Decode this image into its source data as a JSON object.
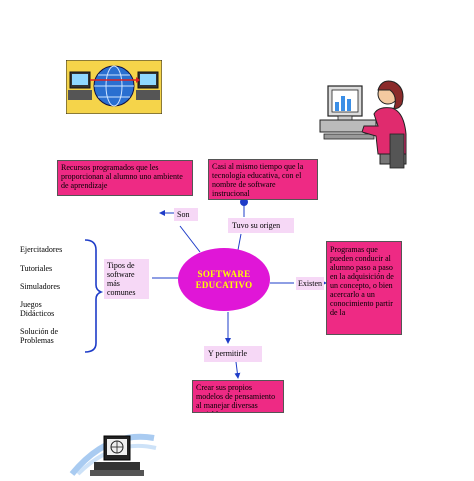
{
  "diagram": {
    "center": {
      "line1": "SOFTWARE",
      "line2": "EDUCATIVO"
    },
    "definition_box": "Recursos programados que les proporcionan al alumno uno ambiente de aprendizaje",
    "origin_box": "Casi al mismo tiempo que la tecnología educativa, con el nombre de software instrucional",
    "existen_box": "Programas que pueden conducir al alumno paso a paso en la adquisición de un concepto, o bien acercarlo a un conocimiento partir de la",
    "permitirle_box": "Crear sus propios modelos de pensamiento al manejar diversas variables",
    "labels": {
      "son": "Son",
      "tuvo_origen": "Tuvo su origen",
      "tipos": "Tipos de software más comunes",
      "existen": "Existen",
      "permitirle": "Y permitirle"
    },
    "software_types": [
      "Ejercitadores",
      "Tutoriales",
      "Simuladores",
      "Juegos Didácticos",
      "Solución de Problemas"
    ]
  },
  "colors": {
    "box_pink": "#ee2a84",
    "label_light": "#f6d8f6",
    "center_fill": "#e016d7",
    "center_text": "#ffff00",
    "connector": "#1e3cc8"
  },
  "icons": [
    "network-computers-icon",
    "woman-at-computer-icon",
    "computer-workstation-icon"
  ]
}
